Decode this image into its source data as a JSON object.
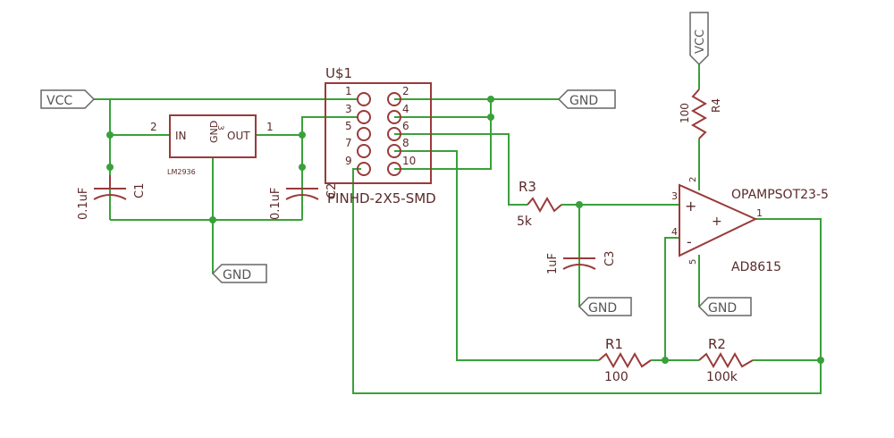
{
  "colors": {
    "wire": "#3aa13a",
    "part": "#9a3a3a",
    "label": "#5a2a2a",
    "flag": "#666666"
  },
  "nets": {
    "vcc": "VCC",
    "gnd": "GND"
  },
  "regulator": {
    "in_pin": "2",
    "out_pin": "1",
    "gnd_pin": "3",
    "in_label": "IN",
    "out_label": "OUT",
    "gnd_label": "GND",
    "part_code": "LM2936"
  },
  "capacitors": {
    "c1": {
      "name": "C1",
      "value": "0.1uF"
    },
    "c2": {
      "name": "C2",
      "value": "0.1uF"
    },
    "c3": {
      "name": "C3",
      "value": "1uF"
    }
  },
  "header": {
    "name": "U$1",
    "package": "PINHD-2X5-SMD",
    "pins_left": [
      "1",
      "3",
      "5",
      "7",
      "9"
    ],
    "pins_right": [
      "2",
      "4",
      "6",
      "8",
      "10"
    ]
  },
  "resistors": {
    "r1": {
      "name": "R1",
      "value": "100"
    },
    "r2": {
      "name": "R2",
      "value": "100k"
    },
    "r3": {
      "name": "R3",
      "value": "5k"
    },
    "r4": {
      "name": "R4",
      "value": "100"
    }
  },
  "opamp": {
    "package": "OPAMPSOT23-5",
    "part": "AD8615",
    "pin_plus": "3",
    "pin_minus": "4",
    "pin_out": "1",
    "pin_vcc": "2",
    "pin_gnd": "5",
    "plus_sign": "+",
    "minus_sign": "-"
  },
  "misc": {
    "pin_label_2": "2"
  }
}
